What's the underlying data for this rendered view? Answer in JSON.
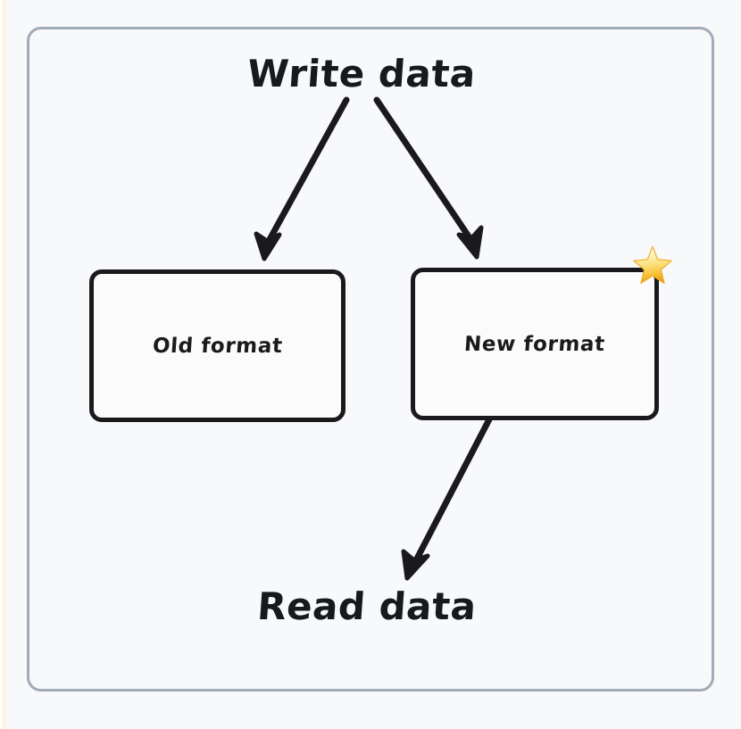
{
  "diagram": {
    "type": "flowchart",
    "title_top": "Write data",
    "title_bottom": "Read data",
    "panel": {
      "border_color": "#a2abb8",
      "background_color": "#f8f9fa"
    },
    "nodes": [
      {
        "id": "write-data",
        "label": "Write data",
        "shape": "text",
        "role": "source"
      },
      {
        "id": "old-format",
        "label": "Old format",
        "shape": "rounded-rect",
        "role": "store",
        "badge": null
      },
      {
        "id": "new-format",
        "label": "New format",
        "shape": "rounded-rect",
        "role": "store",
        "badge": "star-icon"
      },
      {
        "id": "read-data",
        "label": "Read data",
        "shape": "text",
        "role": "sink"
      }
    ],
    "edges": [
      {
        "id": "write-to-old",
        "from": "write-data",
        "to": "old-format",
        "style": "solid-arrow"
      },
      {
        "id": "write-to-new",
        "from": "write-data",
        "to": "new-format",
        "style": "solid-arrow"
      },
      {
        "id": "new-to-read",
        "from": "new-format",
        "to": "read-data",
        "style": "solid-arrow"
      }
    ],
    "colors": {
      "stroke": "#1a1a1c",
      "text": "#18191b",
      "star_light": "#fff7c4",
      "star_mid": "#fcd34a",
      "star_dark": "#f0a81e"
    },
    "badge": {
      "name": "star-icon",
      "glyph": "star",
      "meaning": "preferred"
    }
  }
}
